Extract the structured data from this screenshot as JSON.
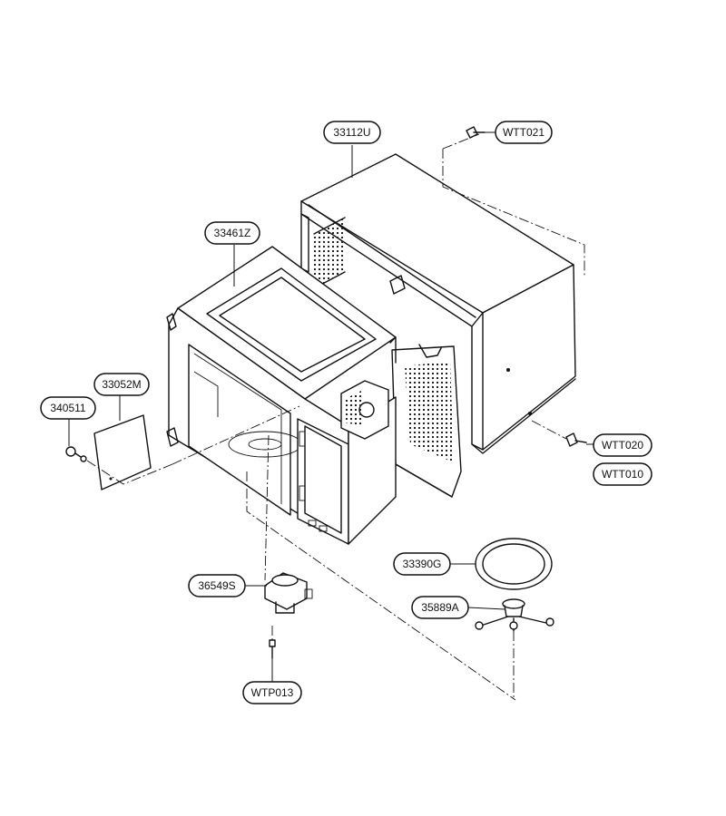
{
  "diagram": {
    "labels": [
      {
        "id": "33112U",
        "text": "33112U"
      },
      {
        "id": "WTT021",
        "text": "WTT021"
      },
      {
        "id": "33461Z",
        "text": "33461Z"
      },
      {
        "id": "33052M",
        "text": "33052M"
      },
      {
        "id": "340511",
        "text": "340511"
      },
      {
        "id": "WTT020",
        "text": "WTT020"
      },
      {
        "id": "WTT010",
        "text": "WTT010"
      },
      {
        "id": "33390G",
        "text": "33390G"
      },
      {
        "id": "35889A",
        "text": "35889A"
      },
      {
        "id": "36549S",
        "text": "36549S"
      },
      {
        "id": "WTP013",
        "text": "WTP013"
      }
    ]
  }
}
